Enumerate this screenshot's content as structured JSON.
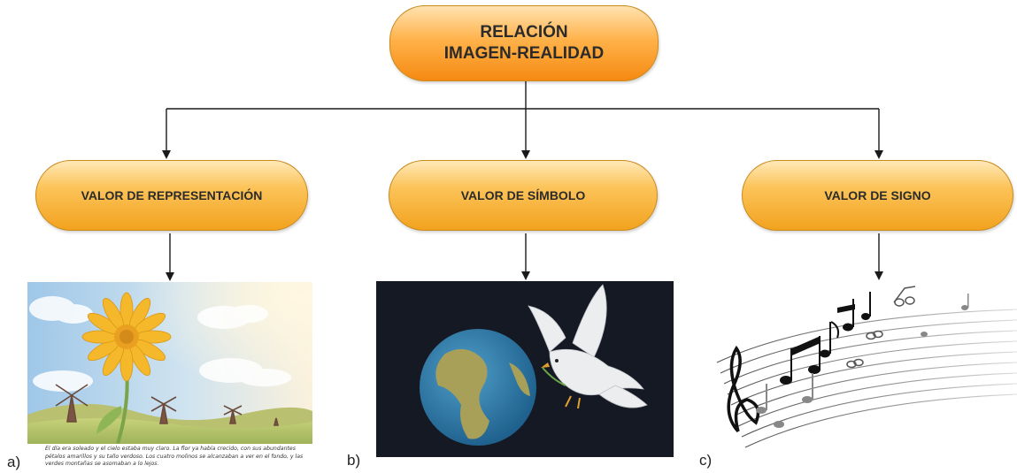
{
  "root": {
    "line1": "RELACIÓN",
    "line2": "IMAGEN-REALIDAD"
  },
  "branches": [
    {
      "label": "VALOR DE REPRESENTACIÓN",
      "letter": "a)"
    },
    {
      "label": "VALOR DE SÍMBOLO",
      "letter": "b)"
    },
    {
      "label": "VALOR DE SIGNO",
      "letter": "c)"
    }
  ],
  "caption": "El día era soleado y el cielo estaba muy claro. La flor ya había crecido, con sus abundantes pétalos amarillos y su tallo verdoso. Los cuatro molinos se alcanzaban a ver en el fondo, y las verdes montañas se asomaban a lo lejos.",
  "colors": {
    "node_top": "#ffe9b8",
    "node_bottom": "#f2a21e",
    "border": "#c98a1e",
    "connector": "#1a1a1a"
  },
  "images": [
    "sunflower-windmill-illustration",
    "peace-dove-earth",
    "musical-staff-notes"
  ]
}
